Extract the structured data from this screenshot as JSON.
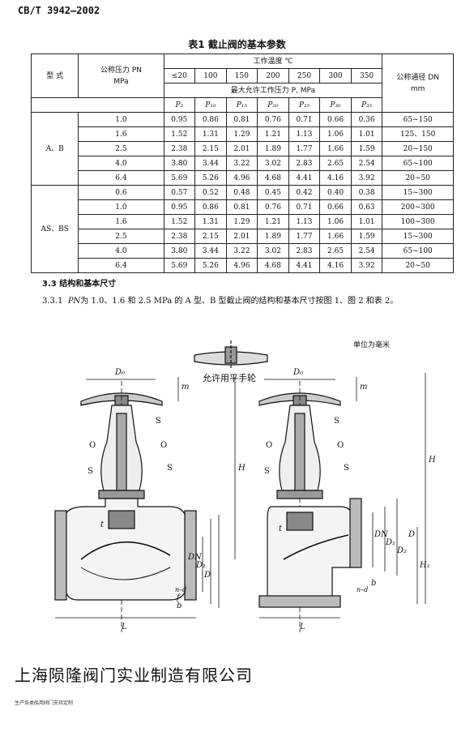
{
  "standard_id": "CB/T 3942—2002",
  "table": {
    "caption": "表1   截止阀的基本参数",
    "header": {
      "model": "型  式",
      "pressure_line1": "公称压力 PN",
      "pressure_line2": "MPa",
      "working_temp": "工作温度  ℃",
      "max_pressure": "最大允许工作压力 P, MPa",
      "dn_line1": "公称通径 DN",
      "dn_line2": "mm",
      "temperatures": [
        "≤20",
        "100",
        "150",
        "200",
        "250",
        "300",
        "350"
      ],
      "pressure_symbols": [
        "P₂",
        "P₁₀",
        "P₁₅",
        "P₂₀",
        "P₂₅",
        "P₃₀",
        "P₃₅"
      ]
    },
    "groups": [
      {
        "model": "A、B",
        "rows": [
          {
            "pn": "1.0",
            "values": [
              "0.95",
              "0.86",
              "0.81",
              "0.76",
              "0.71",
              "0.66",
              "0.36"
            ],
            "dn": "65~150"
          },
          {
            "pn": "1.6",
            "values": [
              "1.52",
              "1.31",
              "1.29",
              "1.21",
              "1.13",
              "1.06",
              "1.01"
            ],
            "dn": "125、150"
          },
          {
            "pn": "2.5",
            "values": [
              "2.38",
              "2.15",
              "2.01",
              "1.89",
              "1.77",
              "1.66",
              "1.59"
            ],
            "dn": "20~150"
          },
          {
            "pn": "4.0",
            "values": [
              "3.80",
              "3.44",
              "3.22",
              "3.02",
              "2.83",
              "2.65",
              "2.54"
            ],
            "dn": "65~100"
          },
          {
            "pn": "6.4",
            "values": [
              "5.69",
              "5.26",
              "4.96",
              "4.68",
              "4.41",
              "4.16",
              "3.92"
            ],
            "dn": "20~50"
          }
        ]
      },
      {
        "model": "AS、BS",
        "rows": [
          {
            "pn": "0.6",
            "values": [
              "0.57",
              "0.52",
              "0.48",
              "0.45",
              "0.42",
              "0.40",
              "0.38"
            ],
            "dn": "15~300"
          },
          {
            "pn": "1.0",
            "values": [
              "0.95",
              "0.86",
              "0.81",
              "0.76",
              "0.71",
              "0.66",
              "0.63"
            ],
            "dn": "200~300"
          },
          {
            "pn": "1.6",
            "values": [
              "1.52",
              "1.31",
              "1.29",
              "1.21",
              "1.13",
              "1.06",
              "1.01"
            ],
            "dn": "100~300"
          },
          {
            "pn": "2.5",
            "values": [
              "2.38",
              "2.15",
              "2.01",
              "1.89",
              "1.77",
              "1.66",
              "1.59"
            ],
            "dn": "15~300"
          },
          {
            "pn": "4.0",
            "values": [
              "3.80",
              "3.44",
              "3.22",
              "3.02",
              "2.83",
              "2.65",
              "2.54"
            ],
            "dn": "65~100"
          },
          {
            "pn": "6.4",
            "values": [
              "5.69",
              "5.26",
              "4.96",
              "4.68",
              "4.41",
              "4.16",
              "3.92"
            ],
            "dn": "20~50"
          }
        ]
      }
    ]
  },
  "section": {
    "title": "3.3   结构和基本尺寸",
    "number": "3.3.1",
    "pn": "PN",
    "text": "为 1.0、1.6 和 2.5 MPa 的 A 型、B 型截止阀的结构和基本尺寸按图 1、图 2 和表 2。"
  },
  "drawing": {
    "unit_note": "单位为毫米",
    "handwheel_note": "允许用平手轮",
    "labels": {
      "d0": "D₀",
      "m": "m",
      "s": "S",
      "o": "O",
      "h": "H",
      "h1": "H₁",
      "dn": "DN",
      "d1": "D₁",
      "d2": "D₂",
      "d": "D",
      "l": "L",
      "t": "t",
      "b": "b",
      "f": "f",
      "nd": "n–d"
    }
  },
  "company": "上海陨隆阀门实业制造有限公司",
  "footer": "生产各类船用阀门支持定制"
}
